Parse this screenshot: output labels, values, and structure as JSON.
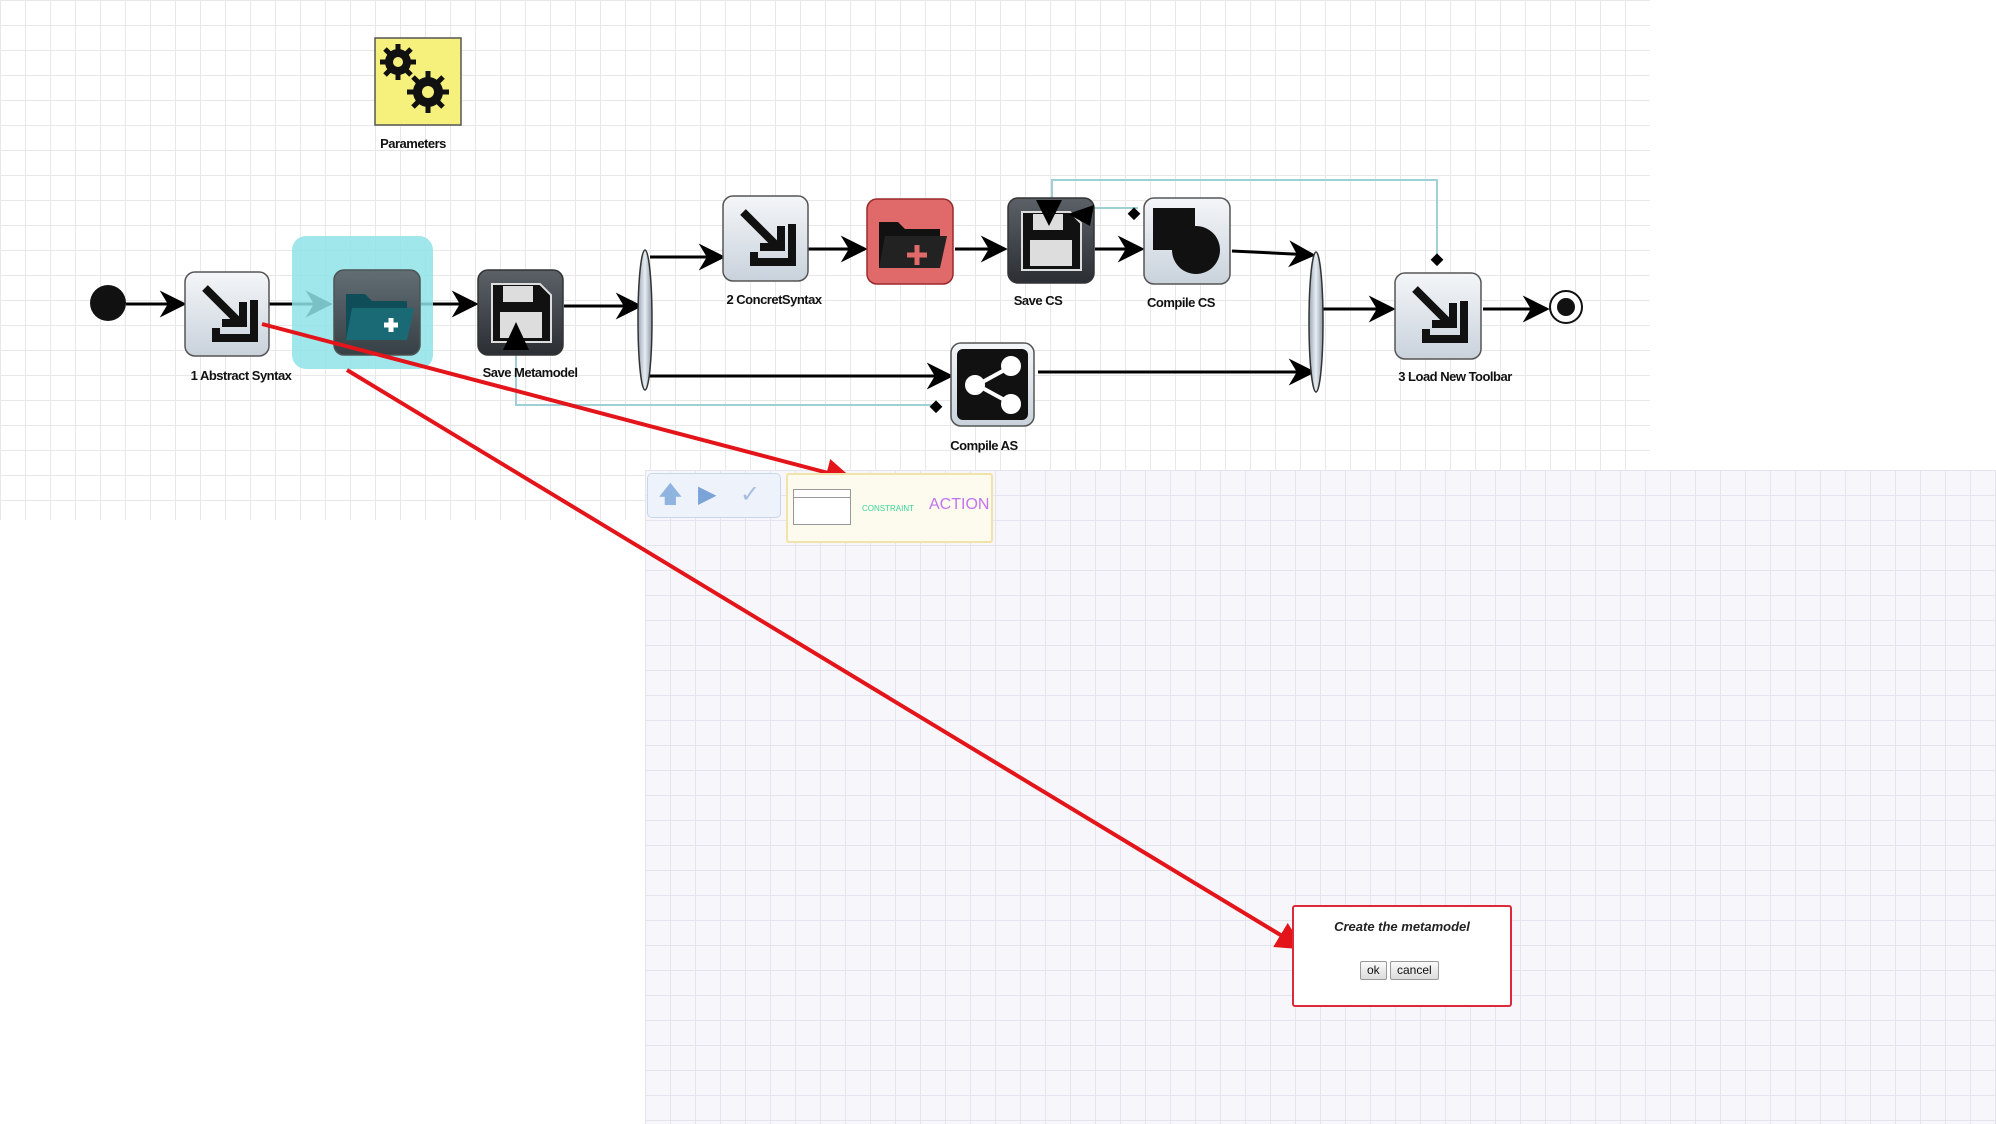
{
  "nodes": {
    "parameters": "Parameters",
    "abstract_syntax": "1 Abstract Syntax",
    "save_metamodel": "Save Metamodel",
    "concrete_syntax": "2 ConcretSyntax",
    "save_cs": "Save CS",
    "compile_cs": "Compile CS",
    "compile_as": "Compile AS",
    "load_toolbar": "3 Load New Toolbar"
  },
  "palette": {
    "icons": [
      "up-arrow-icon",
      "play-icon",
      "check-icon"
    ],
    "constraint_label": "CONSTRAINT",
    "action_label": "ACTION"
  },
  "dialog": {
    "title": "Create the metamodel",
    "ok_label": "ok",
    "cancel_label": "cancel"
  },
  "colors": {
    "annotation_arrow": "#e3151a",
    "selection_highlight": "#8fe3e8",
    "create_node_fill": "#e06a6a",
    "parameters_fill": "#f6f07c",
    "connector": "#9fd0d6"
  }
}
